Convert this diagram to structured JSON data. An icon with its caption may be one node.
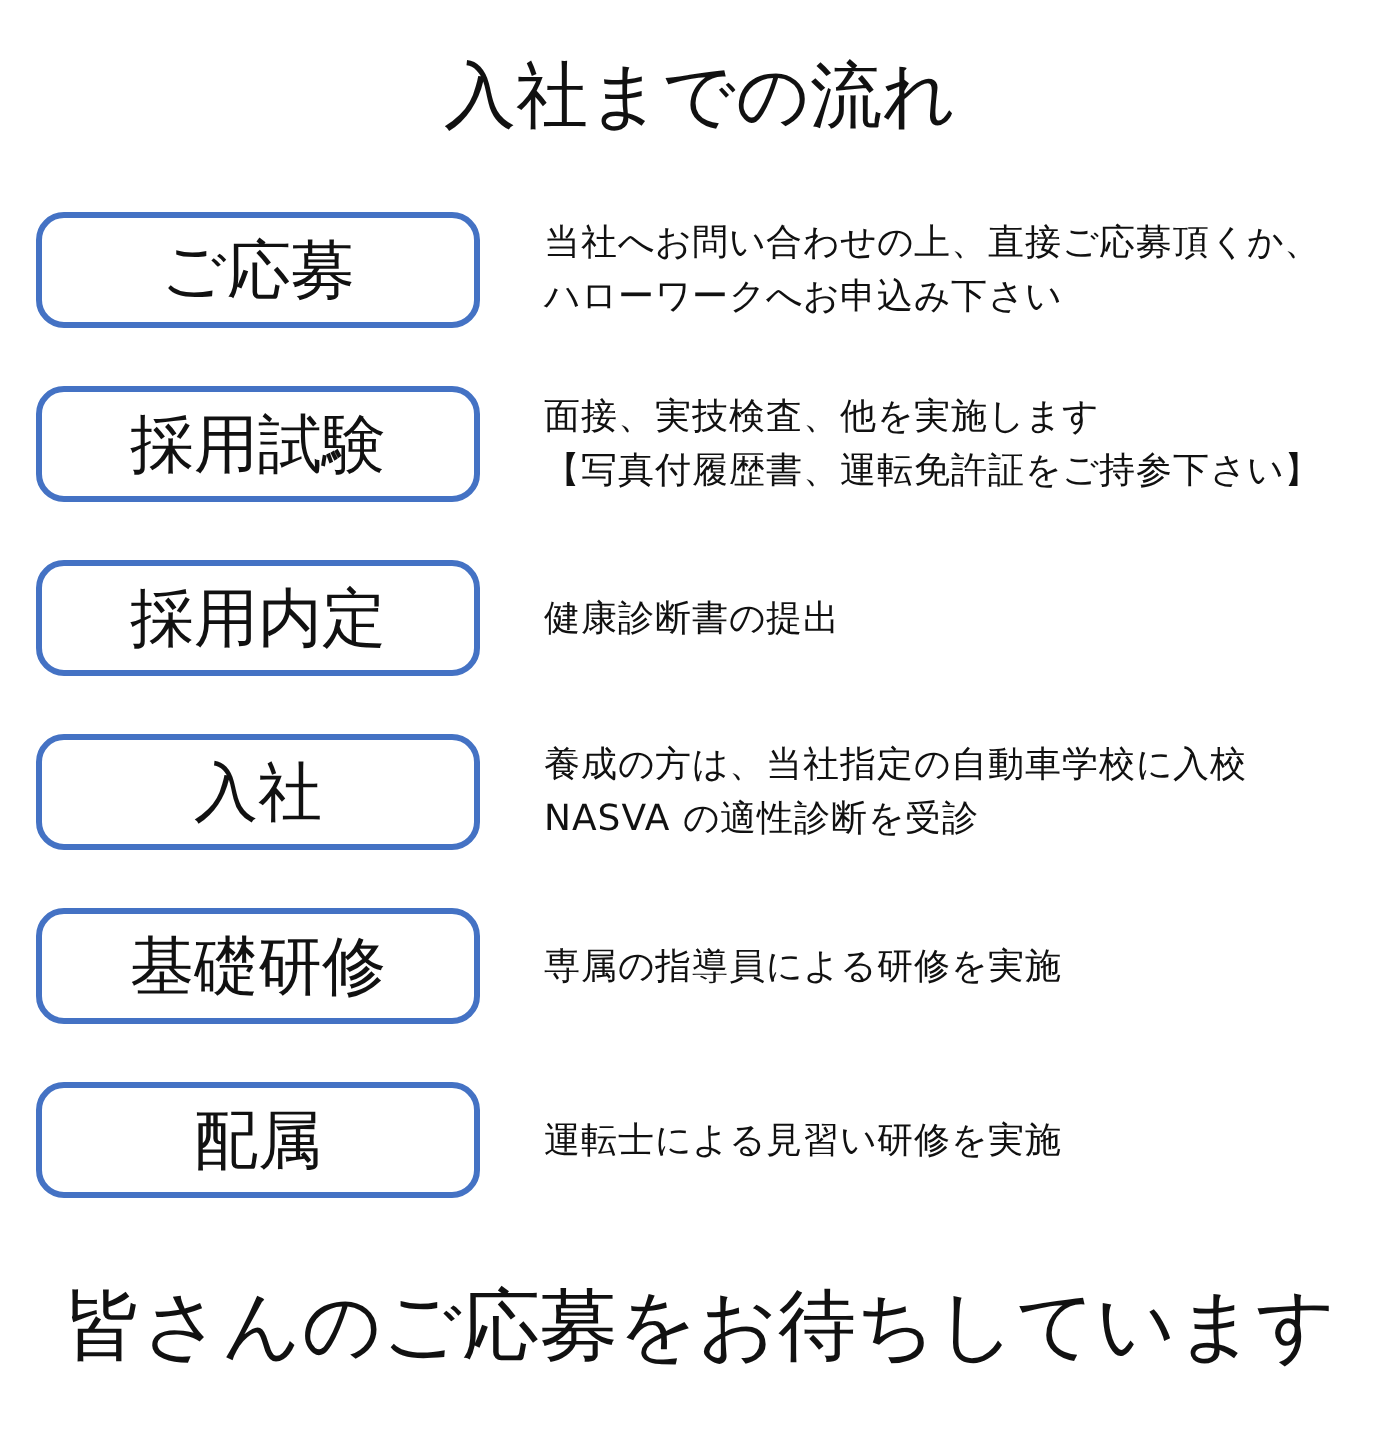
{
  "diagram": {
    "title": "入社までの流れ",
    "nodes": [
      {
        "text": [
          "ご応募"
        ],
        "beside": [
          "当社へお問い合わせの上、直接ご応募頂くか、ハローワークへお申込み下さい"
        ]
      },
      {
        "text": [
          "採用試験"
        ],
        "beside": [
          "面接、実技検査、他を実施します",
          "【写真付履歴書、運転免許証をご持参下さい】"
        ]
      },
      {
        "text": [
          "採用内定"
        ],
        "beside": [
          "健康診断書の提出"
        ]
      },
      {
        "text": [
          "入社"
        ],
        "beside": [
          "養成の方は、当社指定の自動車学校に入校",
          "NASVA の適性診断を受診"
        ]
      },
      {
        "text": [
          "基礎研修"
        ],
        "beside": [
          "専属の指導員による研修を実施"
        ]
      },
      {
        "text": [
          "配属"
        ],
        "beside": [
          "運転士による見習い研修を実施"
        ]
      }
    ],
    "caption": "皆さんのご応募をお待ちしています"
  }
}
